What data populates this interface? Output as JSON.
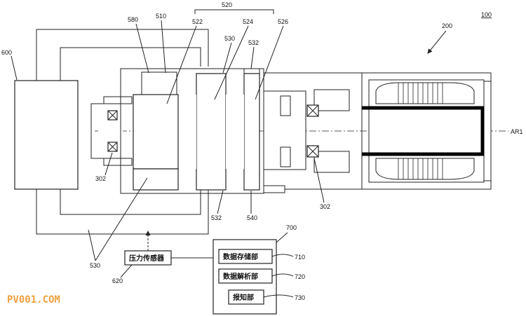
{
  "labels": {
    "fig_number": "100",
    "motor": "200",
    "bearing_left": "302",
    "bearing_right": "302",
    "pump_body": "510",
    "pump_group": "520",
    "chamber_1": "522",
    "chamber_2": "524",
    "chamber_3": "526",
    "pipe": "530",
    "pipe_lower": "530",
    "plate_top": "532",
    "plate_bottom": "532",
    "valve": "540",
    "seal": "580",
    "controller": "600",
    "sensor_ref": "620",
    "processor_ref": "700",
    "storage_ref": "710",
    "analysis_ref": "720",
    "alarm_ref": "730",
    "axis": "AR1"
  },
  "blocks": {
    "pressure_sensor": "压力传感器",
    "data_storage": "数据存储部",
    "data_analysis": "数据解析部",
    "notifier": "报知部"
  },
  "watermark": "PV001.COM",
  "colors": {
    "line": "#222222",
    "watermark": "#f0a040",
    "background": "#ffffff"
  }
}
